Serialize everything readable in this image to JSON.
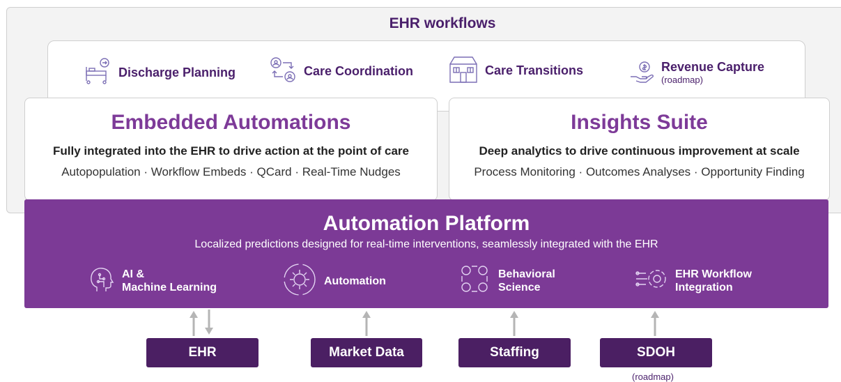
{
  "outer": {
    "title": "EHR workflows"
  },
  "workflows": [
    {
      "label": "Discharge Planning",
      "icon": "hospital-bed-icon"
    },
    {
      "label": "Care Coordination",
      "icon": "people-exchange-icon"
    },
    {
      "label": "Care Transitions",
      "icon": "house-icon"
    },
    {
      "label": "Revenue Capture",
      "sub": "(roadmap)",
      "icon": "hand-coin-icon"
    }
  ],
  "cards": {
    "embedded": {
      "title": "Embedded Automations",
      "subtitle": "Fully integrated into the EHR to drive action at the point of care",
      "items": "Autopopulation · Workflow Embeds · QCard · Real-Time Nudges"
    },
    "insights": {
      "title": "Insights Suite",
      "subtitle": "Deep analytics to drive continuous improvement at scale",
      "items": "Process Monitoring · Outcomes Analyses · Opportunity Finding"
    }
  },
  "platform": {
    "title": "Automation Platform",
    "subtitle": "Localized predictions designed for real-time interventions, seamlessly integrated with the EHR",
    "capabilities": [
      {
        "line1": "AI &",
        "line2": "Machine Learning",
        "icon": "brain-circuit-icon"
      },
      {
        "line1": "Automation",
        "line2": "",
        "icon": "gear-cycle-icon"
      },
      {
        "line1": "Behavioral",
        "line2": "Science",
        "icon": "people-circle-icon"
      },
      {
        "line1": "EHR Workflow",
        "line2": "Integration",
        "icon": "gear-connect-icon"
      }
    ]
  },
  "sources": [
    {
      "label": "EHR"
    },
    {
      "label": "Market Data"
    },
    {
      "label": "Staffing"
    },
    {
      "label": "SDOH",
      "sub": "(roadmap)"
    }
  ],
  "colors": {
    "purple": "#7c3a96",
    "dark_purple": "#4b1f63",
    "title_purple": "#7d3a98",
    "arrow_gray": "#b5b5b5"
  }
}
